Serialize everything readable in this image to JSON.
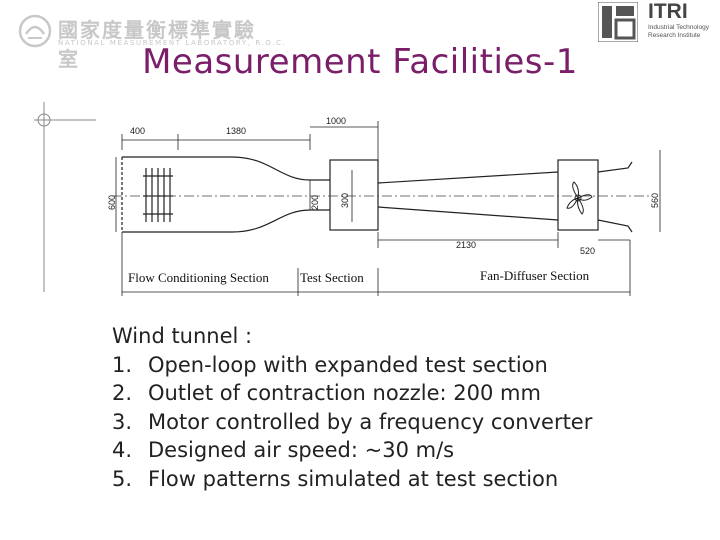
{
  "header": {
    "left_logo": {
      "chinese": "國家度量衡標準實驗室",
      "english": "NATIONAL MEASUREMENT LABORATORY, R.O.C."
    },
    "right_logo": {
      "name": "ITRI",
      "sub1": "Industrial Technology",
      "sub2": "Research Institute"
    }
  },
  "title": "Measurement Facilities-1",
  "diagram": {
    "dims": {
      "d400": "400",
      "d1380": "1380",
      "d1000": "1000",
      "d600": "600",
      "d200": "200",
      "d300": "300",
      "d2130": "2130",
      "d520": "520",
      "d560": "560"
    },
    "sections": {
      "flow_conditioning": "Flow Conditioning Section",
      "test": "Test Section",
      "fan_diffuser": "Fan-Diffuser Section"
    }
  },
  "content": {
    "heading": "Wind tunnel :",
    "items": [
      {
        "num": "1.",
        "text": "Open-loop with expanded test section"
      },
      {
        "num": "2.",
        "text": "Outlet of contraction nozzle: 200 mm"
      },
      {
        "num": "3.",
        "text": "Motor controlled by a frequency converter"
      },
      {
        "num": "4.",
        "text": "Designed air speed: ~30 m/s"
      },
      {
        "num": "5.",
        "text": "Flow patterns simulated at test section"
      }
    ]
  },
  "colors": {
    "title": "#7a1e6a",
    "body_text": "#222222",
    "logo_gray": "#c8c8c8"
  }
}
